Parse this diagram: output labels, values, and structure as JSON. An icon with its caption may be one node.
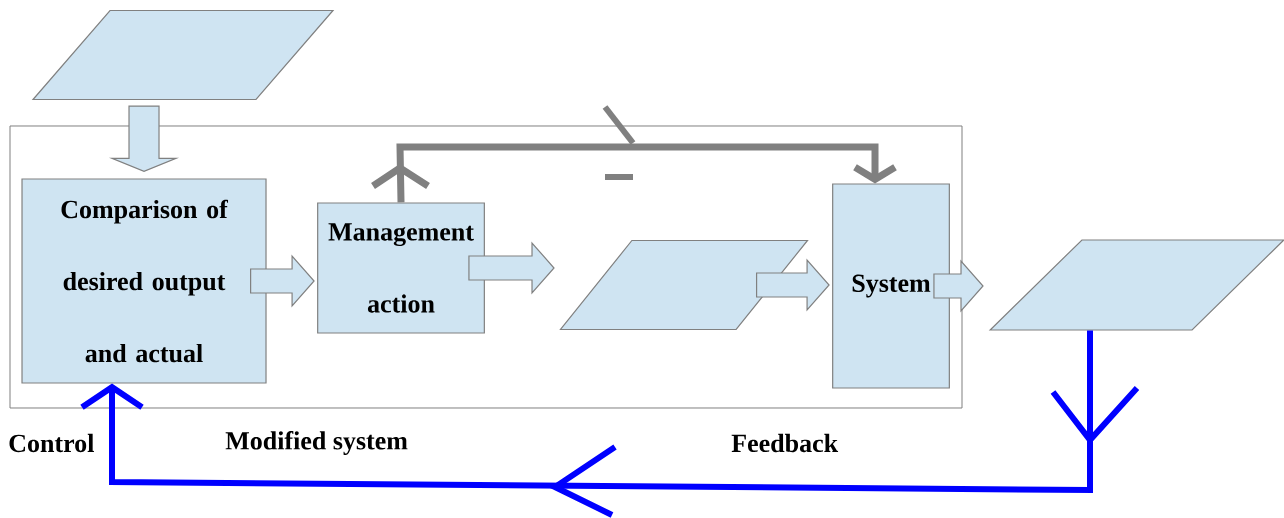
{
  "diagram": {
    "nodes": [
      {
        "text": [],
        "shape": "parallelogram"
      },
      {
        "text": [],
        "shape": "box"
      },
      {
        "text": [
          "Comparison of desired output and actual"
        ],
        "in": 1
      },
      {
        "text": [
          "Management action"
        ],
        "in": 1
      },
      {
        "text": [],
        "shape": "parallelogram",
        "in": 1
      },
      {
        "text": [
          "System"
        ],
        "in": 1
      },
      {
        "text": [],
        "shape": "parallelogram"
      }
    ],
    "edges": [
      {
        "from": 0,
        "to": 2,
        "arrow": "to"
      },
      {
        "from": 2,
        "to": 3,
        "arrow": "to"
      },
      {
        "from": 3,
        "to": 4,
        "arrow": "to"
      },
      {
        "from": 4,
        "to": 5,
        "arrow": "to"
      },
      {
        "from": 5,
        "to": 6,
        "arrow": "to"
      },
      {
        "from": 3,
        "to": 5,
        "arrow": "to",
        "color": "#808080"
      },
      {
        "from": 6,
        "to": 2,
        "arrow": "to",
        "color": "#0000ff"
      }
    ],
    "labels": [
      "Control",
      "Modified system",
      "Feedback"
    ]
  }
}
